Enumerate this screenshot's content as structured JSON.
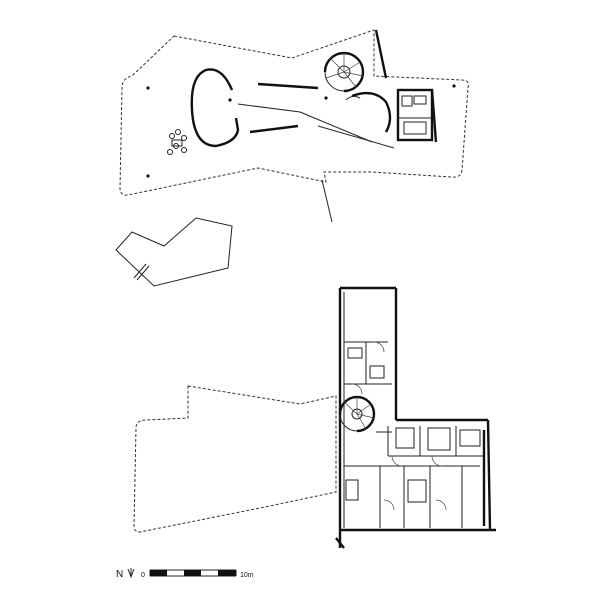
{
  "legend": {
    "north_label": "N",
    "scale_start": "0",
    "scale_end": "10m"
  },
  "colors": {
    "line": "#111111",
    "background": "#ffffff"
  }
}
